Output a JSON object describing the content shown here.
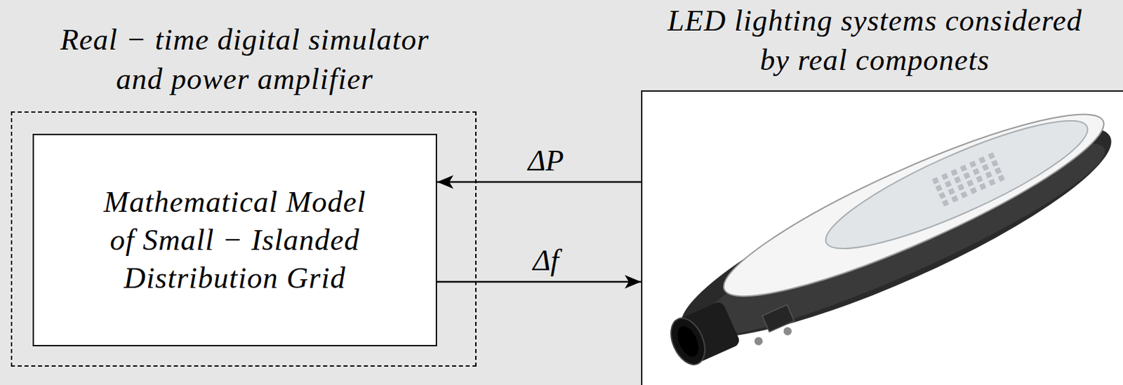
{
  "diagram": {
    "nodes": [
      {
        "text": [
          "Real − time digital simulator and power amplifier"
        ]
      },
      {
        "text": [
          "Mathematical Model of Small − Islanded Distribution Grid"
        ],
        "in": 0
      },
      {
        "text": [
          "LED lighting systems considered by real componets"
        ]
      }
    ],
    "edges": [
      {
        "from": 2,
        "to": 1,
        "label": "ΔP",
        "arrow": "to"
      },
      {
        "from": 1,
        "to": 2,
        "label": "Δf",
        "arrow": "to"
      }
    ]
  }
}
